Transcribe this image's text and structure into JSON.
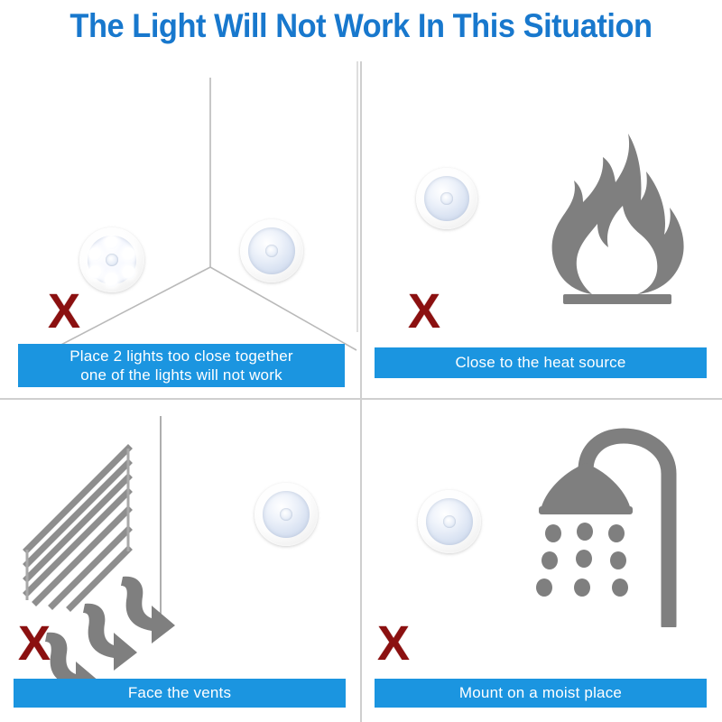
{
  "header": {
    "title": "The Light Will Not Work In This Situation"
  },
  "colors": {
    "title_blue": "#1878cd",
    "caption_blue": "#1b95e0",
    "caption_text": "#ffffff",
    "x_mark_red": "#8b1010",
    "icon_gray": "#7f7f7f",
    "divider_gray": "#cfcfcf",
    "wall_line_gray": "#b9b9b9"
  },
  "x_mark": {
    "glyph": "X"
  },
  "panels": [
    {
      "id": "panel-1",
      "caption": "Place 2 lights too close together\none of the lights will not work",
      "scene": "room-corner-with-two-lights",
      "lights": 2
    },
    {
      "id": "panel-2",
      "caption": "Close to the heat source",
      "scene": "light-next-to-flame",
      "lights": 1
    },
    {
      "id": "panel-3",
      "caption": "Face the vents",
      "scene": "light-facing-air-vent",
      "lights": 1
    },
    {
      "id": "panel-4",
      "caption": "Mount on a moist place",
      "scene": "light-next-to-shower",
      "lights": 1
    }
  ]
}
